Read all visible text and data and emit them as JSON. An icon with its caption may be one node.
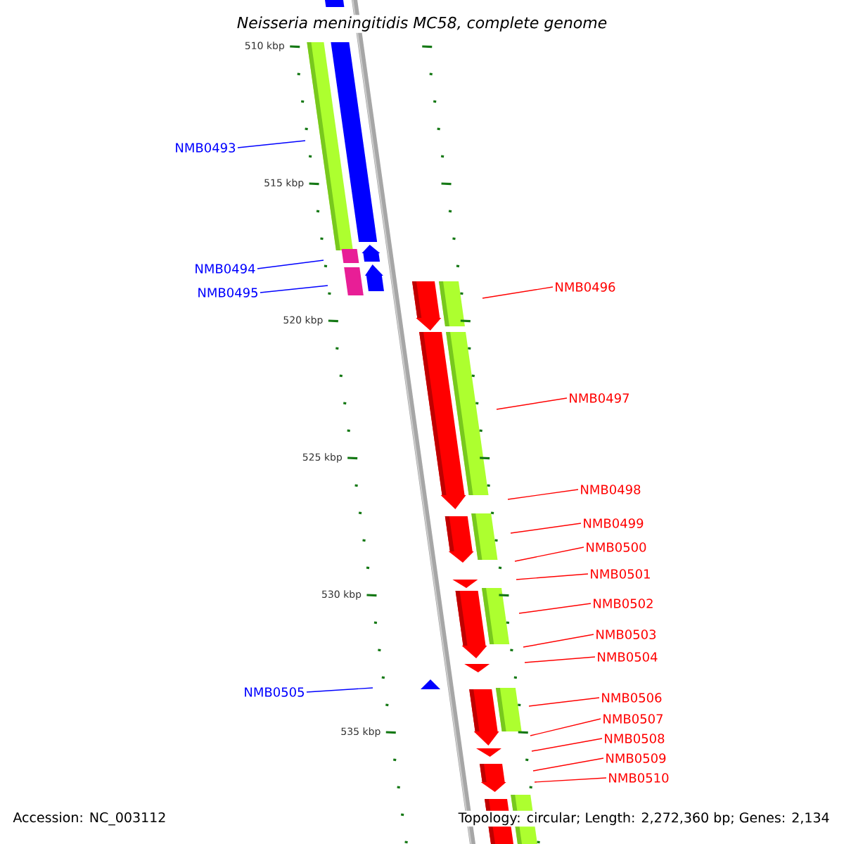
{
  "diagram": {
    "title": "Neisseria meningitidis MC58, complete genome",
    "nodes": [
      {
        "text": [
          "NMB0493"
        ]
      },
      {
        "text": [
          "NMB0494"
        ]
      },
      {
        "text": [
          "NMB0495"
        ]
      },
      {
        "text": [
          "NMB0496"
        ]
      },
      {
        "text": [
          "NMB0497"
        ]
      },
      {
        "text": [
          "NMB0498"
        ]
      },
      {
        "text": [
          "NMB0499"
        ]
      },
      {
        "text": [
          "NMB0500"
        ]
      },
      {
        "text": [
          "NMB0501"
        ]
      },
      {
        "text": [
          "NMB0502"
        ]
      },
      {
        "text": [
          "NMB0503"
        ]
      },
      {
        "text": [
          "NMB0504"
        ]
      },
      {
        "text": [
          "NMB0505"
        ]
      },
      {
        "text": [
          "NMB0506"
        ]
      },
      {
        "text": [
          "NMB0507"
        ]
      },
      {
        "text": [
          "NMB0508"
        ]
      },
      {
        "text": [
          "NMB0509"
        ]
      },
      {
        "text": [
          "NMB0510"
        ]
      }
    ],
    "edges": [
      {
        "from": 0,
        "to": null,
        "arrow": "none",
        "color": "#0000ff"
      },
      {
        "from": 1,
        "to": null,
        "arrow": "none",
        "color": "#0000ff"
      },
      {
        "from": 2,
        "to": null,
        "arrow": "none",
        "color": "#0000ff"
      },
      {
        "from": 3,
        "to": null,
        "arrow": "none"
      },
      {
        "from": 4,
        "to": null,
        "arrow": "none"
      },
      {
        "from": 5,
        "to": null,
        "arrow": "none"
      },
      {
        "from": 6,
        "to": null,
        "arrow": "none"
      },
      {
        "from": 7,
        "to": null,
        "arrow": "none"
      },
      {
        "from": 8,
        "to": null,
        "arrow": "none"
      },
      {
        "from": 9,
        "to": null,
        "arrow": "none"
      },
      {
        "from": 10,
        "to": null,
        "arrow": "none"
      },
      {
        "from": 11,
        "to": null,
        "arrow": "none"
      },
      {
        "from": 12,
        "to": null,
        "arrow": "none",
        "color": "#0000ff"
      },
      {
        "from": 13,
        "to": null,
        "arrow": "none"
      },
      {
        "from": 14,
        "to": null,
        "arrow": "none"
      },
      {
        "from": 15,
        "to": null,
        "arrow": "none"
      },
      {
        "from": 16,
        "to": null,
        "arrow": "none"
      },
      {
        "from": 17,
        "to": null,
        "arrow": "none"
      }
    ],
    "labels": [
      "510 kbp",
      "515 kbp",
      "520 kbp",
      "525 kbp",
      "530 kbp",
      "535 kbp",
      "Accession: NC_003112",
      "Topology: circular; Length: 2,272,360 bp; Genes: 2,134"
    ]
  }
}
